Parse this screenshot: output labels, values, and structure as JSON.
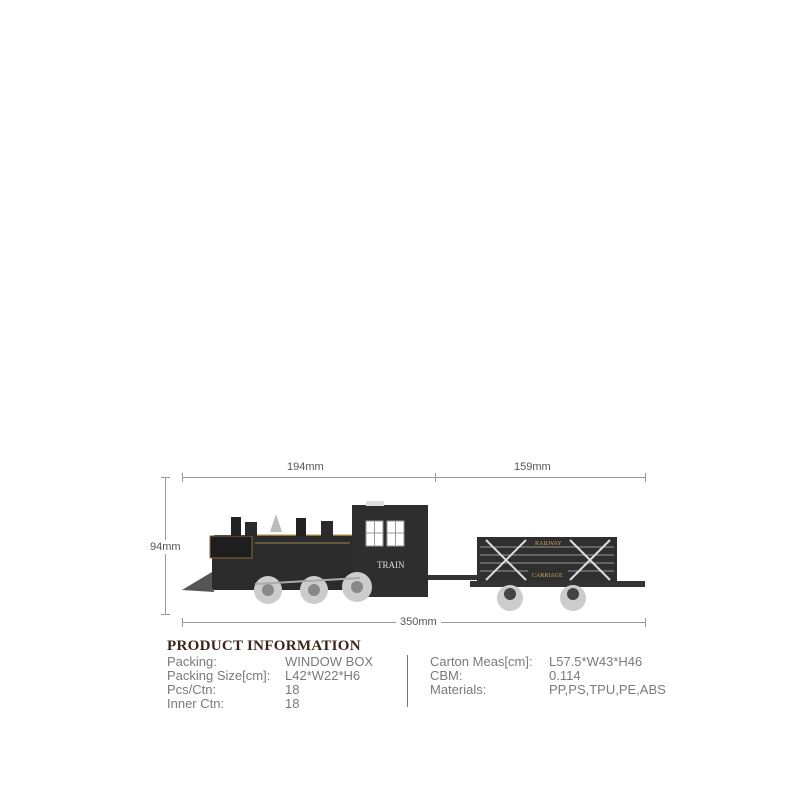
{
  "dimensions": {
    "loco_length": "194mm",
    "carriage_length": "159mm",
    "height": "94mm",
    "total_length": "350mm"
  },
  "train_markings": {
    "loco_name": "TRAIN",
    "carriage_top": "RAILWAY",
    "carriage_bottom": "CARRIAGE"
  },
  "product_info": {
    "title": "PRODUCT INFORMATION",
    "left": [
      {
        "label": "Packing:",
        "value": "WINDOW BOX"
      },
      {
        "label": "Packing Size[cm]:",
        "value": "L42*W22*H6"
      },
      {
        "label": "Pcs/Ctn:",
        "value": "18"
      },
      {
        "label": "Inner Ctn:",
        "value": "18"
      }
    ],
    "right": [
      {
        "label": "Carton Meas[cm]:",
        "value": "L57.5*W43*H46"
      },
      {
        "label": "CBM:",
        "value": "0.114"
      },
      {
        "label": "Materials:",
        "value": "PP,PS,TPU,PE,ABS"
      }
    ]
  },
  "colors": {
    "title": "#3b2419",
    "text": "#7a7a7a",
    "train_body": "#2a2a2a",
    "trim": "#c9a95a"
  }
}
